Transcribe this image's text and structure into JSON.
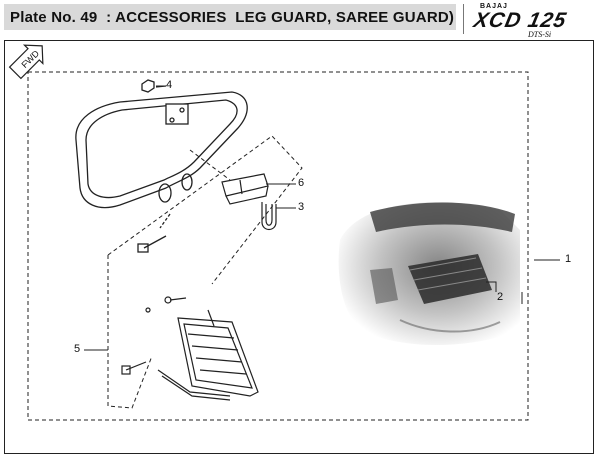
{
  "header": {
    "plate_title": "Plate No. 49  : ACCESSORIES  LEG GUARD, SAREE GUARD)",
    "brand": "BAJAJ",
    "model": "XCD 125",
    "variant": "DTS-Si"
  },
  "diagram": {
    "fwd_label": "FWD",
    "callouts": [
      "4",
      "6",
      "3",
      "1",
      "2",
      "5"
    ]
  }
}
